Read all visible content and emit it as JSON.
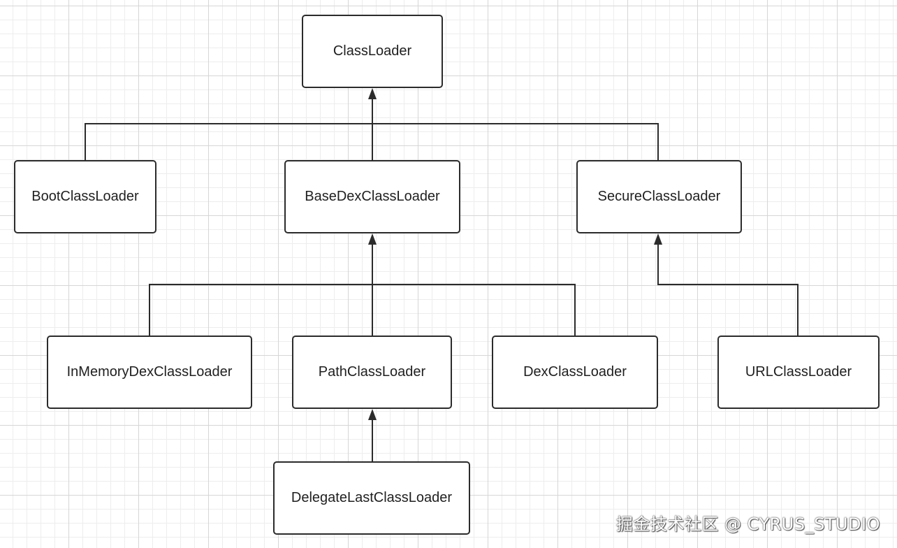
{
  "nodes": {
    "classloader": "ClassLoader",
    "bootclassloader": "BootClassLoader",
    "basedexclassloader": "BaseDexClassLoader",
    "secureclassloader": "SecureClassLoader",
    "inmemorydexclassloader": "InMemoryDexClassLoader",
    "pathclassloader": "PathClassLoader",
    "dexclassloader": "DexClassLoader",
    "urlclassloader": "URLClassLoader",
    "delegatelastclassloader": "DelegateLastClassLoader"
  },
  "edges": [
    {
      "from": "BootClassLoader",
      "to": "ClassLoader"
    },
    {
      "from": "BaseDexClassLoader",
      "to": "ClassLoader"
    },
    {
      "from": "SecureClassLoader",
      "to": "ClassLoader"
    },
    {
      "from": "InMemoryDexClassLoader",
      "to": "BaseDexClassLoader"
    },
    {
      "from": "PathClassLoader",
      "to": "BaseDexClassLoader"
    },
    {
      "from": "DexClassLoader",
      "to": "BaseDexClassLoader"
    },
    {
      "from": "URLClassLoader",
      "to": "SecureClassLoader"
    },
    {
      "from": "DelegateLastClassLoader",
      "to": "PathClassLoader"
    }
  ],
  "watermark": "掘金技术社区 @ CYRUS_STUDIO",
  "colors": {
    "stroke": "#2b2b2b",
    "text": "#1f1f1f",
    "grid": "#d6d6d6",
    "background": "#ffffff"
  }
}
